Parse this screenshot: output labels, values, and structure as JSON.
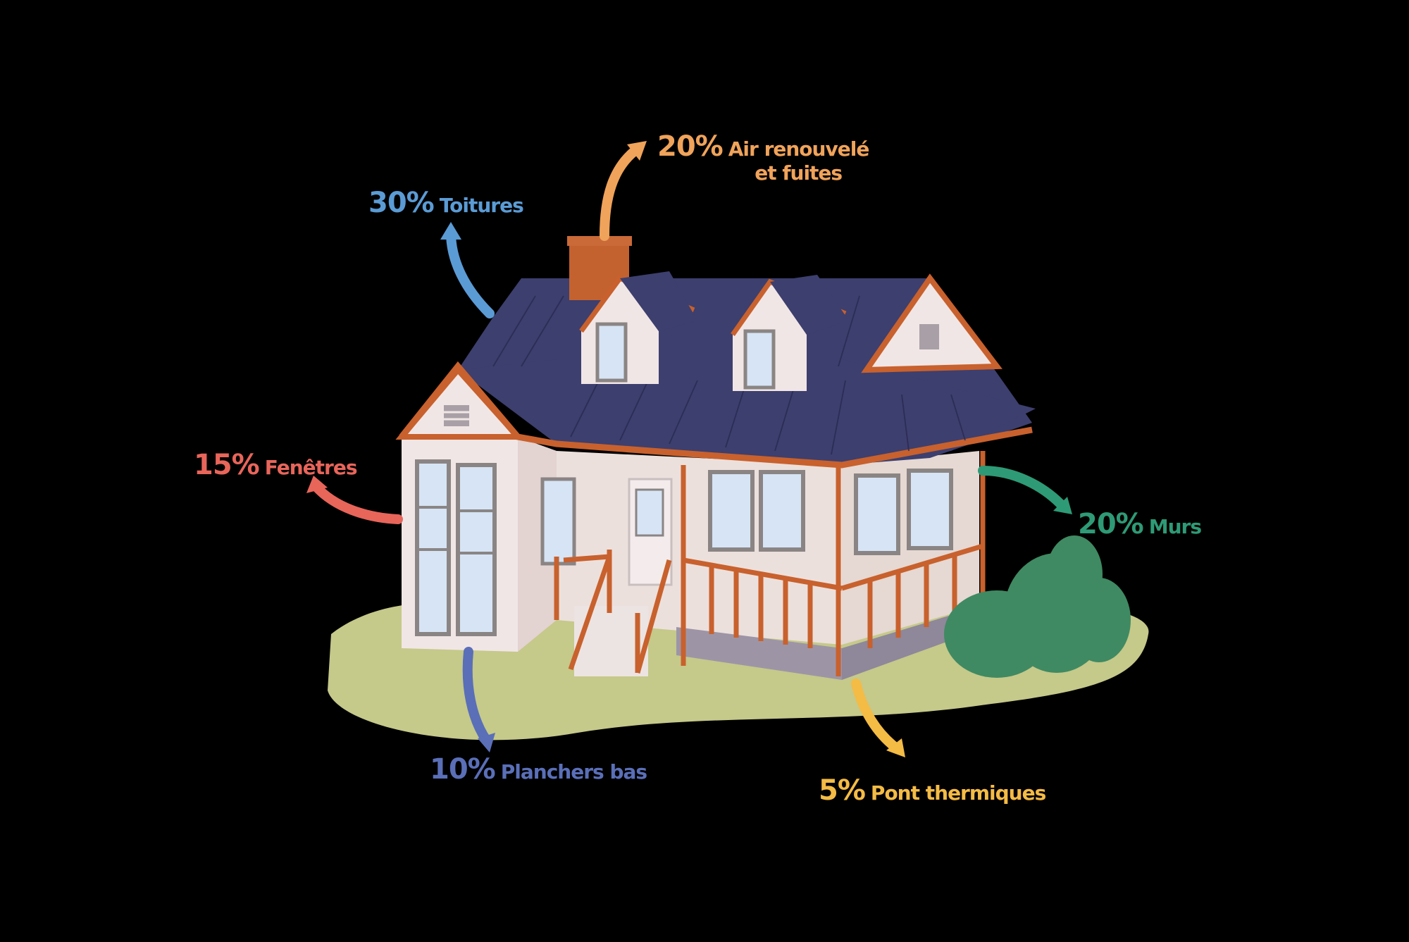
{
  "diagram": {
    "subject": "house",
    "colors": {
      "background": "#000000",
      "roof": "#3d3f6e",
      "roof_seam": "#2a2b52",
      "trim": "#c8612d",
      "chimney": "#c4622f",
      "wall": "#f1e6e6",
      "wall_shade": "#e3d3d1",
      "porch_wall": "#e6d8d2",
      "window_frame": "#8a8584",
      "glass": "#d6e4f5",
      "skirting": "#9d95a6",
      "ground": "#c5c98a",
      "bush": "#3f8a62"
    }
  },
  "labels": [
    {
      "id": "toitures",
      "percent": "30%",
      "text": "Toitures",
      "color": "#5b9bd5"
    },
    {
      "id": "air",
      "percent": "20%",
      "text": "Air renouvelé",
      "subtext": "et fuites",
      "color": "#f0a35a"
    },
    {
      "id": "fenetres",
      "percent": "15%",
      "text": "Fenêtres",
      "color": "#e8655a"
    },
    {
      "id": "murs",
      "percent": "20%",
      "text": "Murs",
      "color": "#2e9a76"
    },
    {
      "id": "planchers",
      "percent": "10%",
      "text": "Planchers bas",
      "color": "#5a6fb8"
    },
    {
      "id": "pont",
      "percent": "5%",
      "text": "Pont thermiques",
      "color": "#f4bb45"
    }
  ]
}
